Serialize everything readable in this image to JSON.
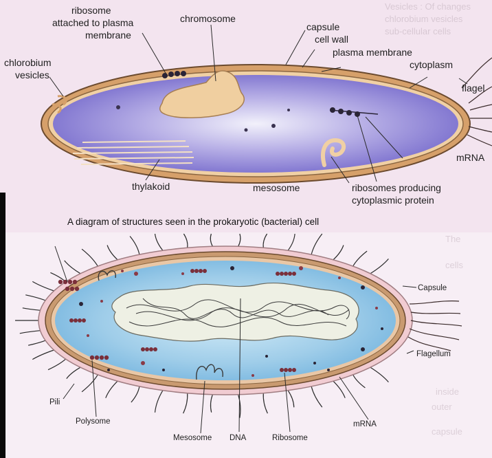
{
  "top_diagram": {
    "labels": {
      "ribosome_attached_l1": "ribosome",
      "ribosome_attached_l2": "attached to plasma",
      "ribosome_attached_l3": "membrane",
      "chromosome": "chromosome",
      "capsule": "capsule",
      "cell_wall": "cell wall",
      "plasma_membrane": "plasma  membrane",
      "cytoplasm": "cytoplasm",
      "flagellum": "flagel",
      "chlorobium_l1": "chlorobium",
      "chlorobium_l2": "vesicles",
      "mrna": "mRNA",
      "thylakoid": "thylakoid",
      "mesosome": "mesosome",
      "ribosomes_producing_l1": "ribosomes  producing",
      "ribosomes_producing_l2": "cytoplasmic  protein"
    },
    "caption": "A  diagram of structures seen in the prokaryotic (bacterial) cell"
  },
  "bottom_diagram": {
    "labels": {
      "capsule": "Capsule",
      "flagellum": "Flagellum",
      "pili": "Pili",
      "polysome": "Polysome",
      "mesosome": "Mesosome",
      "dna": "DNA",
      "ribosome": "Ribosome",
      "mrna": "mRNA"
    }
  },
  "colors": {
    "cell_wall": "#d9a772",
    "cytoplasm_top": "#7f74d2",
    "cytoplasm_bottom": "#8fc3e6",
    "nucleoid": "#f1d6a8",
    "ribosome": "#2a2436"
  }
}
